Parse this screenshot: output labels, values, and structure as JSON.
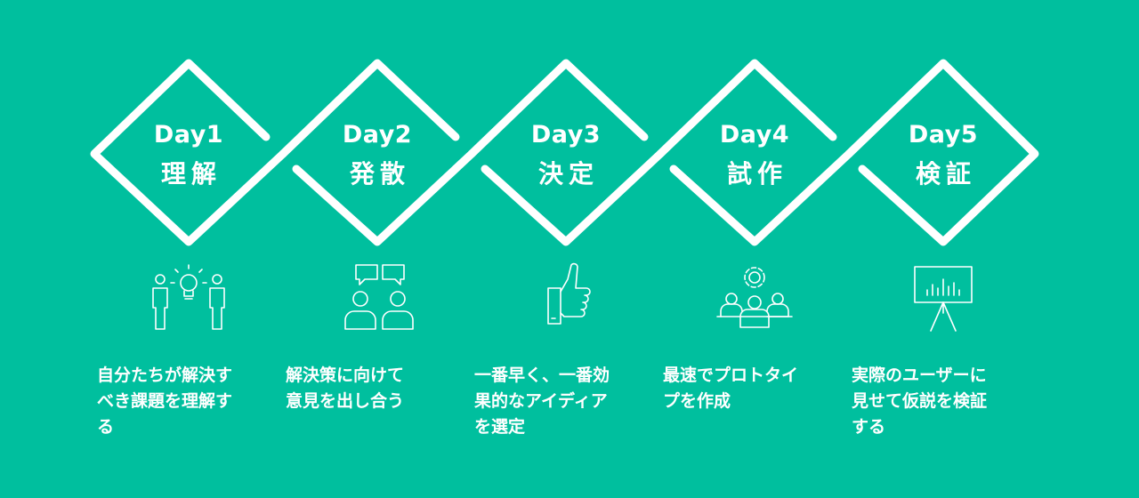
{
  "colors": {
    "background": "#00bf9e",
    "line": "#ffffff"
  },
  "steps": [
    {
      "day": "Day1",
      "phase": "理解",
      "icon": "people-idea-icon",
      "description": "自分たちが解決す\nべき課題を理解す\nる"
    },
    {
      "day": "Day2",
      "phase": "発散",
      "icon": "discussion-icon",
      "description": "解決策に向けて\n意見を出し合う"
    },
    {
      "day": "Day3",
      "phase": "決定",
      "icon": "thumbs-up-icon",
      "description": "一番早く、一番効\n果的なアイディア\nを選定"
    },
    {
      "day": "Day4",
      "phase": "試作",
      "icon": "team-gear-icon",
      "description": "最速でプロトタイ\nプを作成"
    },
    {
      "day": "Day5",
      "phase": "検証",
      "icon": "presentation-board-icon",
      "description": "実際のユーザーに\n見せて仮説を検証\nする"
    }
  ]
}
